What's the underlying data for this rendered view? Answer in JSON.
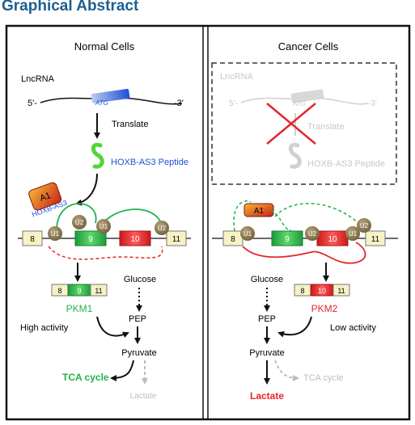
{
  "header": {
    "title": "Graphical Abstract"
  },
  "normal": {
    "title": "Normal Cells",
    "lncrna": "LncRNA",
    "five": "5'-",
    "three": "-3'",
    "atg": "ATG",
    "translate": "Translate",
    "peptide": "HOXB-AS3 Peptide",
    "a1": "A1",
    "hoxb": "HOXB-AS3",
    "u1": "U1",
    "u2": "U2",
    "exons": {
      "e8": "8",
      "e9": "9",
      "e10": "10",
      "e11": "11"
    },
    "product_exons": [
      "8",
      "9",
      "11"
    ],
    "pkm": "PKM1",
    "glucose": "Glucose",
    "activity": "High activity",
    "pep": "PEP",
    "pyruvate": "Pyruvate",
    "tca": "TCA cycle",
    "lactate": "Lactate"
  },
  "cancer": {
    "title": "Cancer Cells",
    "lncrna": "LncRNA",
    "five": "5'-",
    "three": "-3'",
    "atg": "ATG",
    "translate": "Translate",
    "peptide": "HOXB-AS3 Peptide",
    "a1": "A1",
    "u1": "U1",
    "u2": "U2",
    "exons": {
      "e8": "8",
      "e9": "9",
      "e10": "10",
      "e11": "11"
    },
    "product_exons": [
      "8",
      "10",
      "11"
    ],
    "pkm": "PKM2",
    "glucose": "Glucose",
    "activity": "Low activity",
    "pep": "PEP",
    "pyruvate": "Pyruvate",
    "tca": "TCA cycle",
    "lactate": "Lactate"
  },
  "colors": {
    "green": "#22b24c",
    "red": "#e3262b",
    "title_blue": "#1c5f8f",
    "faded": "#c8c8c8",
    "protein": "#8b7a52"
  }
}
